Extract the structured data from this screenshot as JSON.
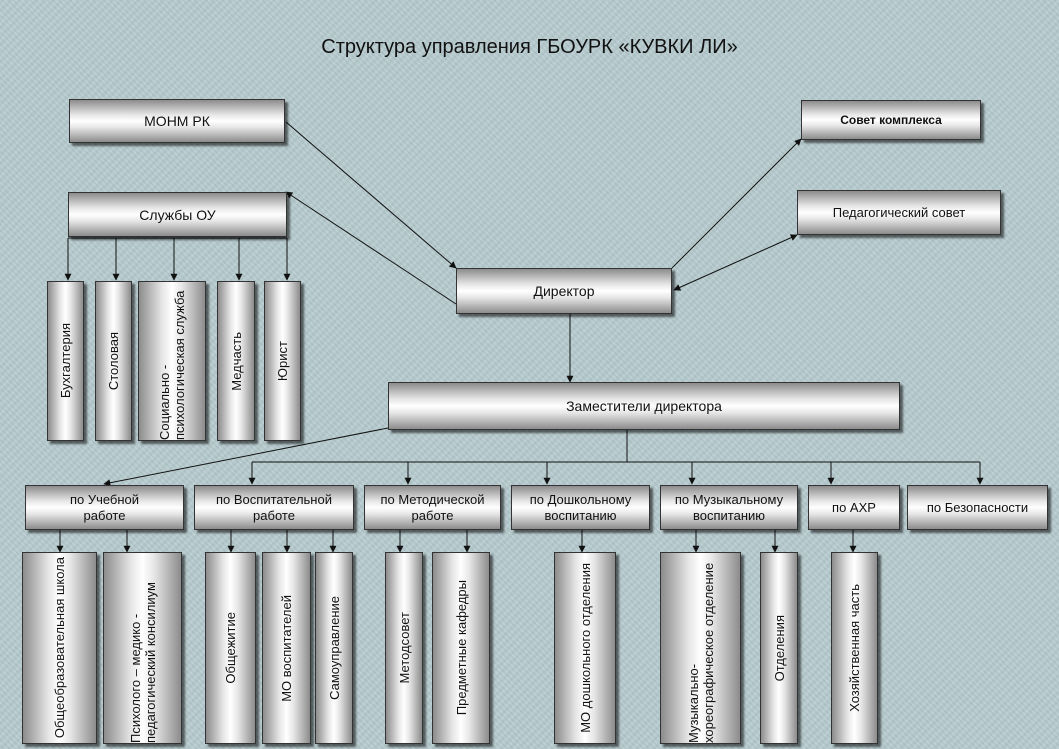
{
  "title": "Структура управления ГБОУРК «КУВКИ ЛИ»",
  "top_boxes": {
    "monm": "МОНМ РК",
    "sovet_kompleksa": "Совет комплекса",
    "ped_sovet": "Педагогический совет",
    "sluzhby": "Службы ОУ",
    "direktor": "Директор",
    "zamestiteli": "Заместители директора"
  },
  "services": [
    "Бухгалтерия",
    "Столовая",
    "Социально - психологическая служба",
    "Медчасть",
    "Юрист"
  ],
  "deputies": [
    "по Учебной работе",
    "по Воспитательной работе",
    "по Методической работе",
    "по Дошкольному воспитанию",
    "по Музыкальному воспитанию",
    "по АХР",
    "по Безопасности"
  ],
  "departments": [
    "Общеобразовательная школа",
    "Психолого – медико - педагогический консилиум",
    "Общежитие",
    "МО воспитателей",
    "Самоуправление",
    "Методсовет",
    "Предметные кафедры",
    "МО дошкольного отделения",
    "Музыкально-хореографическое отделение",
    "Отделения",
    "Хозяйственная часть"
  ]
}
